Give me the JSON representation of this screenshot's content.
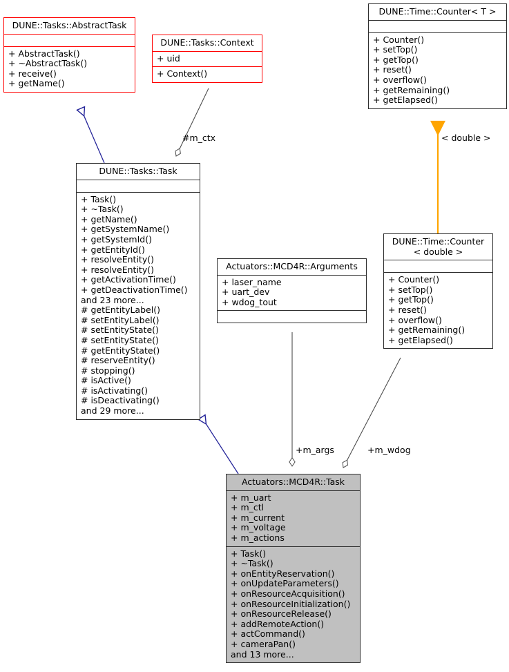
{
  "diagram": {
    "title": "Actuators::MCD4R::Task class inheritance and collaboration diagram",
    "background": "#ffffff",
    "colors": {
      "external_border": "#ff0000",
      "internal_border": "#000000",
      "highlight_border": "#2e2e2e",
      "highlight_fill": "#c0c0c0",
      "inheritance_arrow": "#26269a",
      "template_arrow": "#ffa500",
      "aggregation_edge": "#4d4d4d"
    }
  },
  "nodes": {
    "abstract_task": {
      "name": "DUNE::Tasks::AbstractTask",
      "attributes": [],
      "methods": [
        "+ AbstractTask()",
        "+ ~AbstractTask()",
        "+ receive()",
        "+ getName()"
      ]
    },
    "context": {
      "name": "DUNE::Tasks::Context",
      "attributes": [
        "+ uid"
      ],
      "methods": [
        "+ Context()"
      ]
    },
    "counter_t": {
      "name": "DUNE::Time::Counter< T >",
      "attributes": [],
      "methods": [
        "+ Counter()",
        "+ setTop()",
        "+ getTop()",
        "+ reset()",
        "+ overflow()",
        "+ getRemaining()",
        "+ getElapsed()"
      ]
    },
    "tasks_task": {
      "name": "DUNE::Tasks::Task",
      "attributes": [],
      "methods": [
        "+ Task()",
        "+ ~Task()",
        "+ getName()",
        "+ getSystemName()",
        "+ getSystemId()",
        "+ getEntityId()",
        "+ resolveEntity()",
        "+ resolveEntity()",
        "+ getActivationTime()",
        "+ getDeactivationTime()",
        "and 23 more...",
        "# getEntityLabel()",
        "# setEntityLabel()",
        "# setEntityState()",
        "# setEntityState()",
        "# getEntityState()",
        "# reserveEntity()",
        "# stopping()",
        "# isActive()",
        "# isActivating()",
        "# isDeactivating()",
        "and 29 more..."
      ]
    },
    "arguments": {
      "name": "Actuators::MCD4R::Arguments",
      "attributes": [
        "+ laser_name",
        "+ uart_dev",
        "+ wdog_tout"
      ],
      "methods": []
    },
    "counter_double": {
      "name": "DUNE::Time::Counter\n< double >",
      "attributes": [],
      "methods": [
        "+ Counter()",
        "+ setTop()",
        "+ getTop()",
        "+ reset()",
        "+ overflow()",
        "+ getRemaining()",
        "+ getElapsed()"
      ]
    },
    "mcd4r_task": {
      "name": "Actuators::MCD4R::Task",
      "attributes": [
        "+ m_uart",
        "+ m_ctl",
        "+ m_current",
        "+ m_voltage",
        "+ m_actions"
      ],
      "methods": [
        "+ Task()",
        "+ ~Task()",
        "+ onEntityReservation()",
        "+ onUpdateParameters()",
        "+ onResourceAcquisition()",
        "+ onResourceInitialization()",
        "+ onResourceRelease()",
        "+ addRemoteAction()",
        "+ actCommand()",
        "+ cameraPan()",
        "and 13 more..."
      ]
    }
  },
  "edge_labels": {
    "m_ctx": "#m_ctx",
    "template_binding": "< double >",
    "m_args": "+m_args",
    "m_wdog": "+m_wdog"
  }
}
